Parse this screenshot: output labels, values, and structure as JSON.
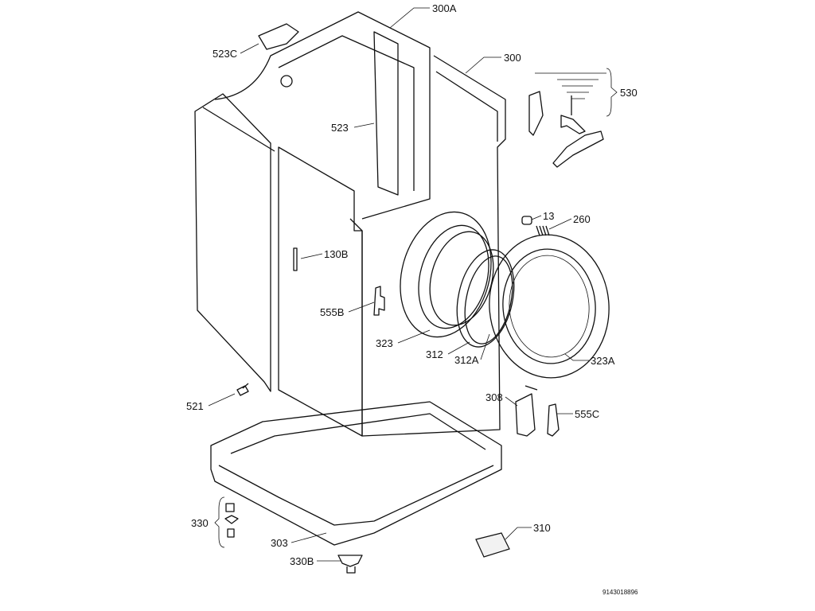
{
  "diagram": {
    "part_labels": {
      "p300a": "300A",
      "p523c": "523C",
      "p300": "300",
      "p530": "530",
      "p523": "523",
      "p13": "13",
      "p260": "260",
      "p130b": "130B",
      "p555b": "555B",
      "p323": "323",
      "p312": "312",
      "p312a": "312A",
      "p323a": "323A",
      "p521": "521",
      "p308": "308",
      "p555c": "555C",
      "p330": "330",
      "p303": "303",
      "p310": "310",
      "p330b": "330B"
    },
    "drawing_number": "9143018896"
  }
}
